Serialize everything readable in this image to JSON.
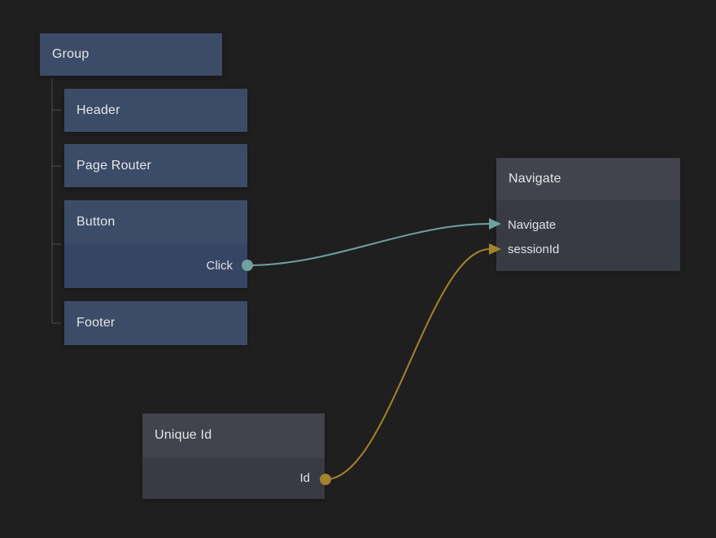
{
  "canvas": {
    "background": "#1f1f1f"
  },
  "colors": {
    "node_blue_header": "#3c4b67",
    "node_blue_body": "#364564",
    "node_gray_header": "#42434d",
    "node_gray_body": "#393b44",
    "text": "#e4e6e9",
    "tree_line": "#3f3f3f",
    "signal_teal": "#6fa19d",
    "value_gold": "#a5832b"
  },
  "nodes": {
    "group": {
      "title": "Group"
    },
    "header": {
      "title": "Header"
    },
    "page_router": {
      "title": "Page Router"
    },
    "button": {
      "title": "Button",
      "outputs": {
        "click": {
          "label": "Click"
        }
      }
    },
    "footer": {
      "title": "Footer"
    },
    "navigate": {
      "title": "Navigate",
      "inputs": {
        "navigate": {
          "label": "Navigate"
        },
        "session_id": {
          "label": "sessionId"
        }
      }
    },
    "unique_id": {
      "title": "Unique Id",
      "outputs": {
        "id": {
          "label": "Id"
        }
      }
    }
  },
  "tree": {
    "parent": "Group",
    "children": [
      "Header",
      "Page Router",
      "Button",
      "Footer"
    ]
  },
  "connections": [
    {
      "from": "Button.Click",
      "to": "Navigate.Navigate",
      "color": "#6fa19d"
    },
    {
      "from": "Unique Id.Id",
      "to": "Navigate.sessionId",
      "color": "#a5832b"
    }
  ]
}
